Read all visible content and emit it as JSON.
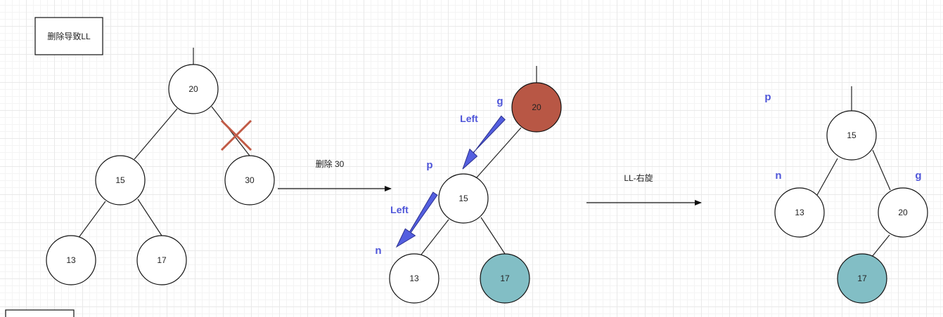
{
  "title_box": {
    "label": "删除导致LL"
  },
  "colors": {
    "red_node": "#b85745",
    "teal_node": "#82bec5",
    "white_node": "#ffffff",
    "arrow_blue": "#545fe0",
    "cross_red": "#c15a45"
  },
  "tree1": {
    "root": "20",
    "left": "15",
    "right": "30",
    "ll": "13",
    "lr": "17"
  },
  "step1": {
    "label": "删除 30"
  },
  "tree2": {
    "root": "20",
    "left": "15",
    "ll": "13",
    "lr": "17",
    "g": "g",
    "p": "p",
    "n": "n",
    "arrow_top_label": "Left",
    "arrow_bottom_label": "Left"
  },
  "step2": {
    "label": "LL-右旋"
  },
  "tree3": {
    "root": "15",
    "left": "13",
    "right": "20",
    "rl": "17",
    "p": "p",
    "n": "n",
    "g": "g"
  }
}
